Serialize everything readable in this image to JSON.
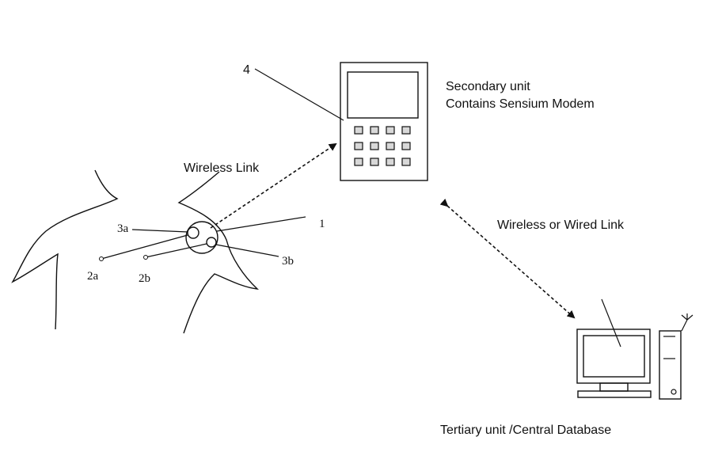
{
  "labels": {
    "ref_4": "4",
    "secondary_unit_line1": "Secondary unit",
    "secondary_unit_line2": "Contains Sensium Modem",
    "wireless_link": "Wireless Link",
    "wireless_or_wired_link": "Wireless or Wired  Link",
    "ref_1": "1",
    "ref_3a": "3a",
    "ref_3b": "3b",
    "ref_2a": "2a",
    "ref_2b": "2b",
    "tertiary_unit": "Tertiary unit /Central Database"
  }
}
